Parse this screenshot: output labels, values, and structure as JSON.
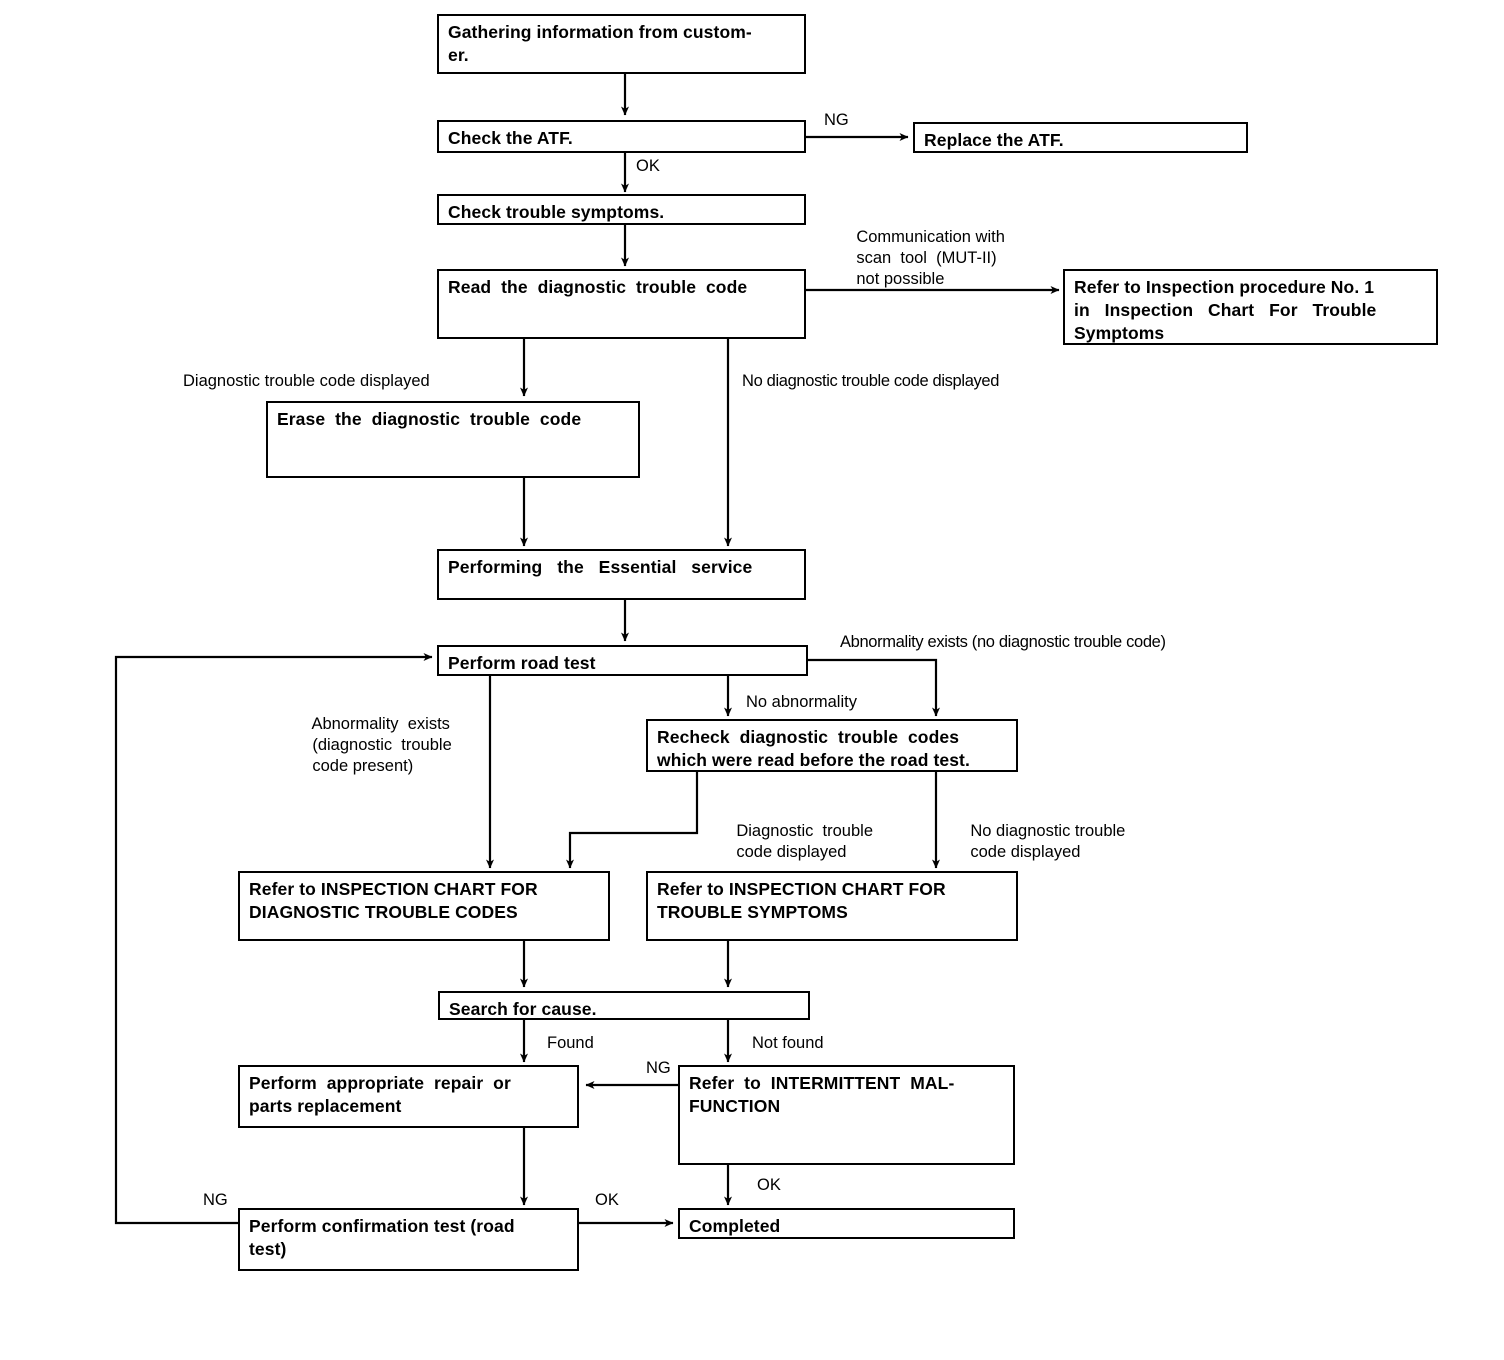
{
  "diagram": {
    "title": "Automatic transmission diagnostic troubleshooting flowchart",
    "type": "flowchart",
    "stroke_color": "#000000",
    "background_color": "#ffffff"
  },
  "nodes": {
    "gathering_info": {
      "line1": "Gathering information from custom-",
      "line2": "er."
    },
    "check_atf": {
      "line1": "Check the ATF."
    },
    "replace_atf": {
      "line1": "Replace the ATF."
    },
    "check_symptoms": {
      "line1": "Check trouble symptoms."
    },
    "read_dtc": {
      "line1": "Read  the  diagnostic  trouble  code"
    },
    "refer_inspection_proc": {
      "line1": "Refer to Inspection procedure No. 1",
      "line2": "in   Inspection   Chart   For   Trouble",
      "line3": "Symptoms"
    },
    "erase_dtc": {
      "line1": "Erase  the  diagnostic  trouble  code"
    },
    "essential_service": {
      "line1": "Performing   the   Essential   service"
    },
    "road_test": {
      "line1": "Perform road test"
    },
    "recheck_dtc": {
      "line1": "Recheck  diagnostic  trouble  codes",
      "line2": "which were read before the road test."
    },
    "chart_dtc": {
      "line1": "Refer to INSPECTION CHART FOR",
      "line2": "DIAGNOSTIC TROUBLE CODES"
    },
    "chart_symptoms": {
      "line1": "Refer to INSPECTION CHART FOR",
      "line2": "TROUBLE SYMPTOMS"
    },
    "search_cause": {
      "line1": "Search for cause."
    },
    "repair": {
      "line1": "Perform  appropriate  repair  or",
      "line2": "parts replacement"
    },
    "intermittent": {
      "line1": "Refer  to  INTERMITTENT  MAL-",
      "line2": "FUNCTION"
    },
    "confirmation_test": {
      "line1": "Perform confirmation test (road",
      "line2": "test)"
    },
    "completed": {
      "line1": "Completed"
    }
  },
  "edge_labels": {
    "ng_atf": "NG",
    "ok_atf": "OK",
    "comm_fail_l1": "Communication with",
    "comm_fail_l2": "scan  tool  (MUT-II)",
    "comm_fail_l3": "not possible",
    "dtc_displayed": "Diagnostic trouble code displayed",
    "no_dtc_displayed": "No diagnostic trouble code displayed",
    "abnormality_no_dtc": "Abnormality exists (no diagnostic trouble code)",
    "abnormality_dtc_l1": "Abnormality  exists",
    "abnormality_dtc_l2": "(diagnostic  trouble",
    "abnormality_dtc_l3": "code present)",
    "no_abnormality": "No abnormality",
    "dtc_displayed2_l1": "Diagnostic  trouble",
    "dtc_displayed2_l2": "code displayed",
    "no_dtc_displayed2_l1": "No diagnostic trouble",
    "no_dtc_displayed2_l2": "code displayed",
    "found": "Found",
    "not_found": "Not found",
    "ng_repair": "NG",
    "ok_intermittent": "OK",
    "ok_confirm": "OK",
    "ng_confirm": "NG"
  }
}
